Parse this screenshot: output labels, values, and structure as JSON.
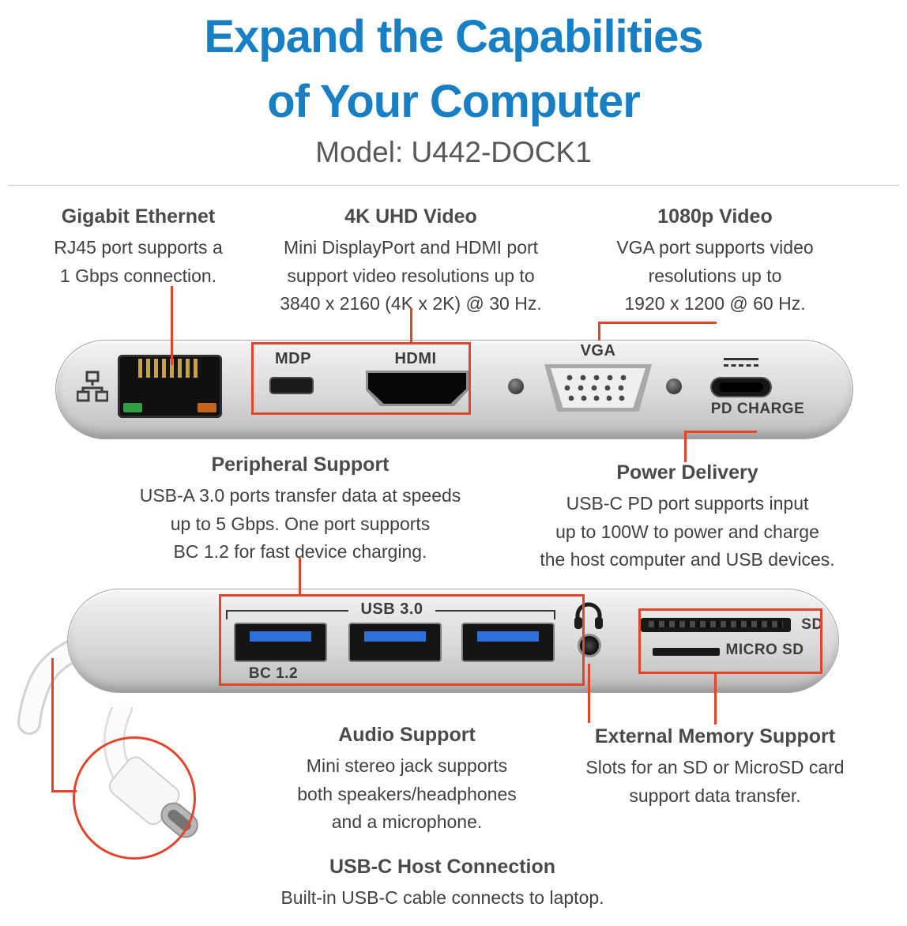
{
  "header": {
    "title": "Expand the Capabilities\nof Your Computer",
    "model": "Model: U442-DOCK1"
  },
  "callouts": {
    "gigabit": {
      "title": "Gigabit Ethernet",
      "body": "RJ45 port supports a\n1 Gbps connection."
    },
    "uhd_video": {
      "title": "4K UHD Video",
      "body": "Mini DisplayPort and HDMI port\nsupport video resolutions up to\n3840 x 2160 (4K x 2K) @ 30 Hz."
    },
    "video_1080p": {
      "title": "1080p Video",
      "body": "VGA port supports video\nresolutions up to\n1920 x 1200 @ 60 Hz."
    },
    "peripheral": {
      "title": "Peripheral Support",
      "body": "USB-A 3.0 ports transfer data at speeds\nup to 5 Gbps. One port supports\nBC 1.2 for fast device charging."
    },
    "power": {
      "title": "Power Delivery",
      "body": "USB-C PD port supports input\nup to 100W to power and charge\nthe host computer and USB devices."
    },
    "audio": {
      "title": "Audio Support",
      "body": "Mini stereo jack supports\nboth speakers/headphones\nand a microphone."
    },
    "memory": {
      "title": "External Memory Support",
      "body": "Slots for an SD or MicroSD card\nsupport data transfer."
    },
    "usbc_host": {
      "title": "USB-C Host Connection",
      "body": "Built-in USB-C cable connects to laptop."
    }
  },
  "device_front": {
    "mdp_label": "MDP",
    "hdmi_label": "HDMI",
    "vga_label": "VGA",
    "pd_charge_label": "PD CHARGE"
  },
  "device_back": {
    "usb30_label": "USB 3.0",
    "bc12_label": "BC 1.2",
    "sd_label": "SD",
    "micro_sd_label": "MICRO SD"
  },
  "icons": {
    "ethernet_icon": "lan-network-glyph",
    "headphones_icon": "headphones-glyph",
    "dc_power_icon": "solid-over-dashed-line"
  },
  "colors": {
    "accent_blue": "#187fc4",
    "callout_red": "#e2452c",
    "heading_gray": "#4a4a4a",
    "body_gray": "#404040",
    "model_gray": "#585858"
  }
}
